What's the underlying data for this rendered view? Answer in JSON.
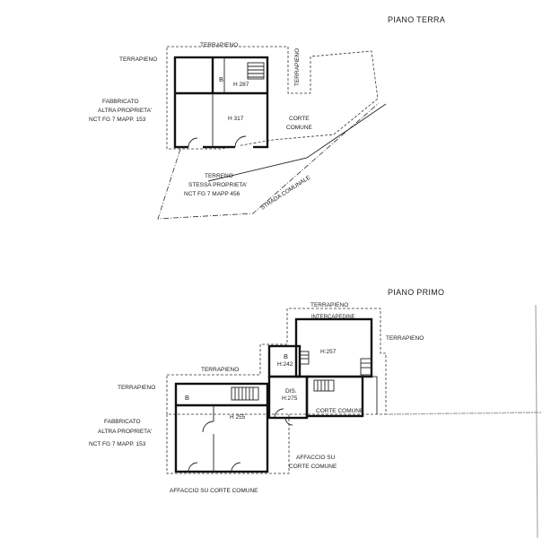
{
  "ground_floor": {
    "title": "PIANO TERRA",
    "terrapieno_top": "TERRAPIENO",
    "terrapieno_left": "TERRAPIENO",
    "terrapieno_vertical": "TERRAPIENO",
    "building_other": [
      "FABBRICATO",
      "ALTRA PROPRIETA'",
      "NCT FG 7 MAPP. 153"
    ],
    "room_b": "B",
    "height_small": "H 287",
    "height_main": "H 317",
    "corte_comune": [
      "CORTE",
      "COMUNE"
    ],
    "land_own": [
      "TERRENO",
      "STESSA PROPRIETA'",
      "NCT FG 7 MAPP 456"
    ],
    "road": "STRADA COMUNALE"
  },
  "first_floor": {
    "title": "PIANO PRIMO",
    "terrapieno_top": "TERRAPIENO",
    "terrapieno_right": "TERRAPIENO",
    "terrapieno_mid": "TERRAPIENO",
    "terrapieno_left": "TERRAPIENO",
    "intercapedine": "INTERCAPEDINE",
    "height_upper": "H:257",
    "room_b_right": "B",
    "height_b_right": "H:242",
    "dis_label": "DIS.",
    "dis_height": "H:275",
    "corte_comune_right": "CORTE COMUNE",
    "room_b_left": "B",
    "height_left": "H 255",
    "building_other": [
      "FABBRICATO",
      "ALTRA PROPRIETA'",
      "NCT FG 7 MAPP. 153"
    ],
    "affaccio_right": [
      "AFFACCIO SU",
      "CORTE COMUNE"
    ],
    "affaccio_bottom": "AFFACCIO SU CORTE COMUNE"
  }
}
